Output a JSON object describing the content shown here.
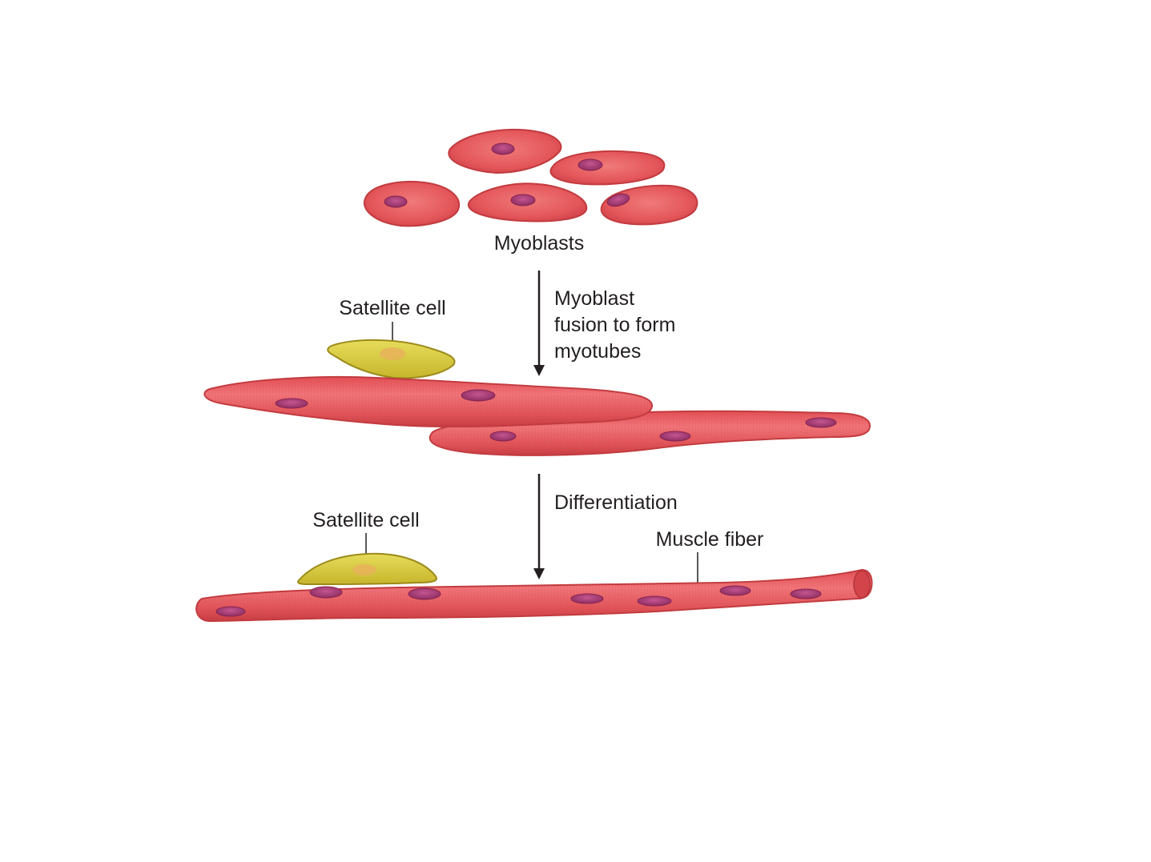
{
  "labels": {
    "myoblasts": "Myoblasts",
    "fusion_line1": "Myoblast",
    "fusion_line2": "fusion to form",
    "fusion_line3": "myotubes",
    "satellite_cell_top": "Satellite cell",
    "differentiation": "Differentiation",
    "satellite_cell_bottom": "Satellite cell",
    "muscle_fiber": "Muscle fiber"
  },
  "colors": {
    "cell_fill": "#e8555b",
    "cell_stroke": "#c23b3f",
    "nucleus": "#a83a6e",
    "satellite_fill": "#d9c93a",
    "text": "#231f20"
  }
}
